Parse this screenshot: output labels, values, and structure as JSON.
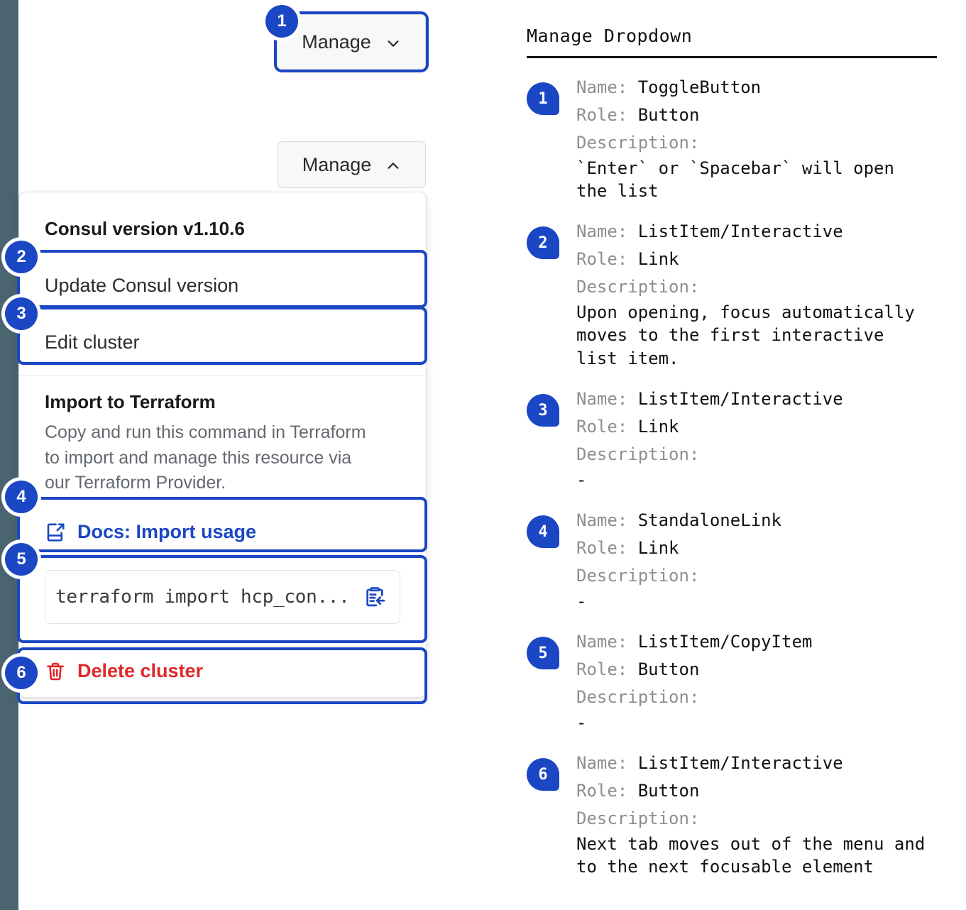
{
  "rail": {
    "color": "#4a656f"
  },
  "accent": {
    "blue": "#1b47c4",
    "red": "#e0282b",
    "gray_text": "#636870"
  },
  "toggle_collapsed": {
    "label": "Manage",
    "icon": "chevron-down-icon"
  },
  "toggle_expanded": {
    "label": "Manage",
    "icon": "chevron-up-icon"
  },
  "dropdown": {
    "version_header": "Consul version v1.10.6",
    "update_item": "Update Consul version",
    "edit_item": "Edit cluster",
    "terraform": {
      "title": "Import to Terraform",
      "body": "Copy and run this command in Terraform to import and manage this resource via our Terraform Provider.",
      "docs_link": "Docs: Import usage",
      "docs_icon": "docs-external-link-icon",
      "command": "terraform import hcp_con...",
      "copy_icon": "copy-to-clipboard-icon"
    },
    "delete_item": "Delete cluster",
    "delete_icon": "trash-icon"
  },
  "callouts": [
    "1",
    "2",
    "3",
    "4",
    "5",
    "6"
  ],
  "annotations": {
    "title": "Manage Dropdown",
    "labels": {
      "name": "Name:",
      "role": "Role:",
      "description": "Description:"
    },
    "items": [
      {
        "num": "1",
        "name": "ToggleButton",
        "role": "Button",
        "description": "`Enter` or `Spacebar` will open\nthe list"
      },
      {
        "num": "2",
        "name": "ListItem/Interactive",
        "role": "Link",
        "description": "Upon opening, focus automatically\nmoves to the first interactive\nlist item."
      },
      {
        "num": "3",
        "name": "ListItem/Interactive",
        "role": "Link",
        "description": "-"
      },
      {
        "num": "4",
        "name": "StandaloneLink",
        "role": "Link",
        "description": "-"
      },
      {
        "num": "5",
        "name": "ListItem/CopyItem",
        "role": "Button",
        "description": "-"
      },
      {
        "num": "6",
        "name": "ListItem/Interactive",
        "role": "Button",
        "description": "Next tab moves out of the menu and\nto the next focusable element"
      }
    ]
  }
}
